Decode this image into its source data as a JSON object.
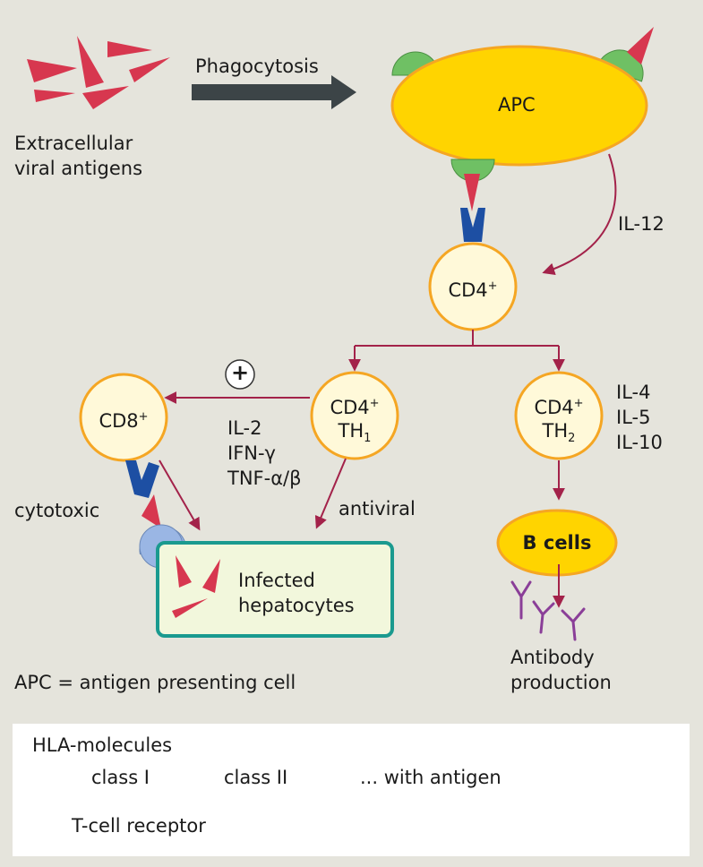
{
  "labels": {
    "extracellular_line1": "Extracellular",
    "extracellular_line2": "viral antigens",
    "phagocytosis": "Phagocytosis",
    "apc": "APC",
    "il12": "IL-12",
    "cd4_main": "CD4",
    "cd4_main_sup": "+",
    "cd8": "CD8",
    "cd8_sup": "+",
    "th1_line1": "CD4",
    "th1_sup": "+",
    "th1_line2": "TH",
    "th1_sub": "1",
    "th2_line1": "CD4",
    "th2_sup": "+",
    "th2_line2": "TH",
    "th2_sub": "2",
    "plus_symbol": "+",
    "cytokines_th1": [
      "IL-2",
      "IFN-γ",
      "TNF-α/β"
    ],
    "cytokines_th2": [
      "IL-4",
      "IL-5",
      "IL-10"
    ],
    "cytotoxic": "cytotoxic",
    "antiviral": "antiviral",
    "infected_line1": "Infected",
    "infected_line2": "hepatocytes",
    "bcells": "B cells",
    "antibody_line1": "Antibody",
    "antibody_line2": "production",
    "apc_definition": "APC = antigen presenting cell"
  },
  "legend": {
    "title": "HLA-molecules",
    "class1": "class I",
    "class2": "class II",
    "with_antigen": "... with antigen",
    "tcell_receptor": "T-cell receptor"
  },
  "colors": {
    "background": "#e5e4dc",
    "apc_fill": "#ffd400",
    "cell_border": "#f5a623",
    "cell_fill": "#fff9d9",
    "arrow": "#a3224a",
    "antigen": "#d7374f",
    "class1": "#9ab6e4",
    "class2": "#6fc064",
    "receptor": "#1d4fa3",
    "hepatocyte_border": "#1a9a8f",
    "hepatocyte_fill": "#f2f7dc",
    "phagocytosis_arrow": "#3c4447",
    "antibody": "#8a3e98"
  }
}
